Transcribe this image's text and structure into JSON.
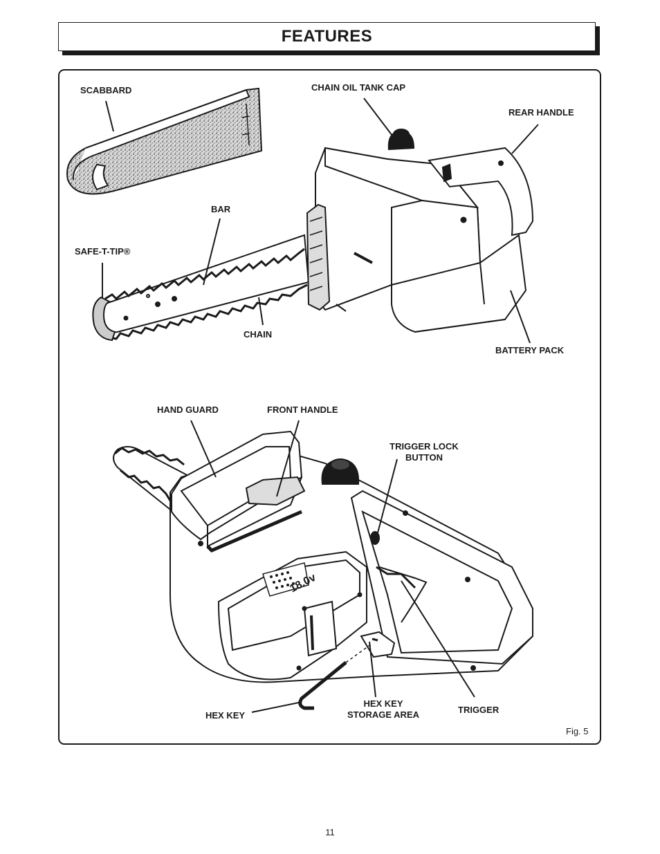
{
  "header": {
    "title": "FEATURES"
  },
  "labels": {
    "scabbard": "SCABBARD",
    "chain_oil_tank_cap": "CHAIN OIL TANK CAP",
    "rear_handle": "REAR HANDLE",
    "bar": "BAR",
    "safe_t_tip": "SAFE-T-TIP®",
    "chain": "CHAIN",
    "battery_pack": "BATTERY PACK",
    "hand_guard": "HAND GUARD",
    "front_handle": "FRONT HANDLE",
    "trigger_lock_line1": "TRIGGER LOCK",
    "trigger_lock_line2": "BUTTON",
    "hex_key": "HEX KEY",
    "hex_key_storage_line1": "HEX KEY",
    "hex_key_storage_line2": "STORAGE AREA",
    "trigger": "TRIGGER",
    "battery_marking": "18.0v"
  },
  "figure_caption": "Fig. 5",
  "page_number": "11",
  "icons": [
    "chainsaw-illustration-top",
    "chainsaw-illustration-bottom",
    "scabbard-illustration",
    "hex-key-illustration"
  ]
}
